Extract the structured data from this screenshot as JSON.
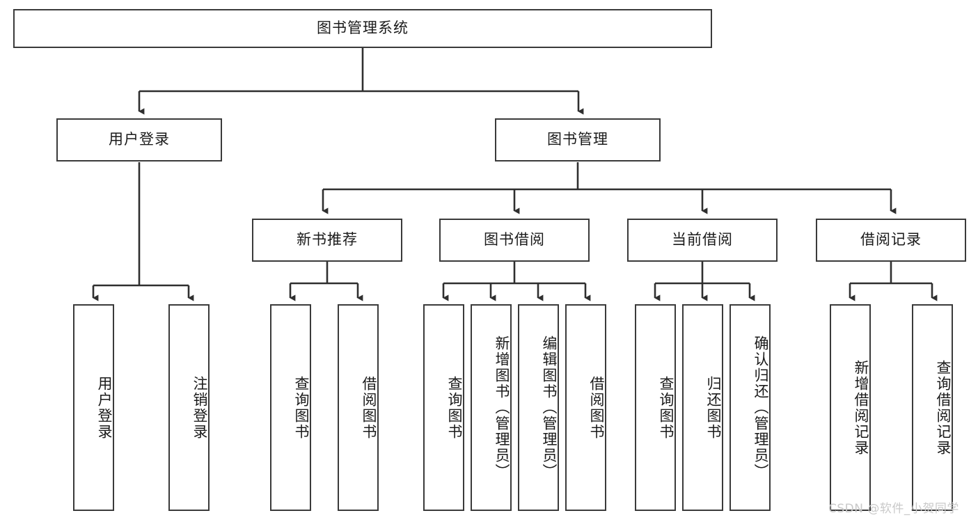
{
  "diagram": {
    "type": "tree",
    "title": "图书管理系统",
    "root": {
      "label": "图书管理系统"
    },
    "level2": [
      {
        "label": "用户登录"
      },
      {
        "label": "图书管理"
      }
    ],
    "level3": [
      {
        "label": "新书推荐"
      },
      {
        "label": "图书借阅"
      },
      {
        "label": "当前借阅"
      },
      {
        "label": "借阅记录"
      }
    ],
    "leaves": {
      "user_login": [
        {
          "label": "用户登录"
        },
        {
          "label": "注销登录"
        }
      ],
      "new_book_recommend": [
        {
          "label": "查询图书"
        },
        {
          "label": "借阅图书"
        }
      ],
      "book_borrow": [
        {
          "label": "查询图书"
        },
        {
          "label": "新增图书（管理员）"
        },
        {
          "label": "编辑图书（管理员）"
        },
        {
          "label": "借阅图书"
        }
      ],
      "current_borrow": [
        {
          "label": "查询图书"
        },
        {
          "label": "归还图书"
        },
        {
          "label": "确认归还（管理员）"
        }
      ],
      "borrow_record": [
        {
          "label": "新增借阅记录"
        },
        {
          "label": "查询借阅记录"
        }
      ]
    },
    "colors": {
      "border": "#3a3a3a",
      "text": "#1a1a1a",
      "background": "#ffffff",
      "connector": "#2f2f2f",
      "watermark": "#c9c9c9"
    }
  },
  "watermark": {
    "text": "CSDN @软件_小贺同学"
  }
}
